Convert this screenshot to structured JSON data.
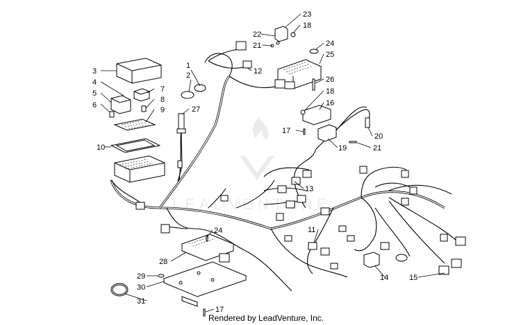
{
  "callouts": [
    "1",
    "2",
    "3",
    "4",
    "5",
    "6",
    "7",
    "8",
    "9",
    "10",
    "11",
    "12",
    "13",
    "14",
    "15",
    "16",
    "17",
    "18",
    "19",
    "20",
    "21",
    "22",
    "23",
    "24",
    "25",
    "26",
    "27",
    "28",
    "29",
    "30",
    "31",
    "18",
    "21",
    "17",
    "24"
  ],
  "footer": "Rendered by LeadVenture, Inc.",
  "watermark": "LEADVENTURE"
}
